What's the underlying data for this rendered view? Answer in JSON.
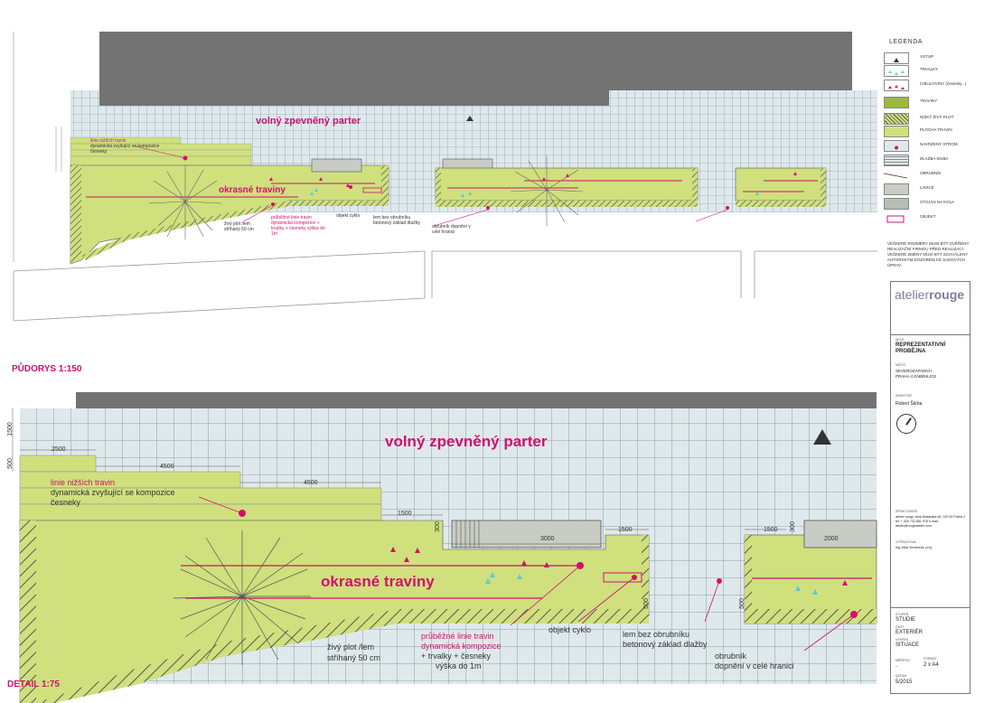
{
  "plan": {
    "title": "PŮDORYS 1:150",
    "main_label": "volný zpevněný parter",
    "grass_label": "okrasné traviny",
    "callouts": {
      "grass_lines_head": "linie nižších travin",
      "grass_lines_body": "dynamická zvyšující se kompozice česneky",
      "hedge": "živý plot /lem stříhaný 50 cm",
      "running_lines": "průběžné linie travin dynamická kompozice + trvalky + česneky výška do 1m",
      "bike": "objekt cyklo",
      "edge": "lem bez obrubníku betonový základ dlažby",
      "curb": "obrubník dopnění v celé hranici"
    }
  },
  "detail": {
    "title": "DETAIL 1:75",
    "main_label": "volný zpevněný parter",
    "grass_label": "okrasné traviny",
    "callouts": {
      "grass_lines_head": "linie nižších travin",
      "grass_lines_body1": "dynamická zvyšující se kompozice",
      "grass_lines_body2": "česneky",
      "hedge1": "živý plot /lem",
      "hedge2": "stříhaný 50 cm",
      "running1": "průběžné linie travin",
      "running2": "dynamická kompozice",
      "running3": "+ trvalky + česneky",
      "running4": "výška do 1m",
      "bike": "objekt cyklo",
      "edge1": "lem bez obrubníku",
      "edge2": "betonový základ dlažby",
      "curb1": "obrubník",
      "curb2": "dopnění v celé hranici"
    },
    "dims": {
      "d1500_left": "1500",
      "d500_left": "500",
      "d2500": "2500",
      "d4500_a": "4500",
      "d4500_b": "4500",
      "d1500_mid": "1500",
      "d300": "300",
      "d3000": "3000",
      "d1500_right": "1500",
      "d500_right": "500",
      "d1500_far": "1500",
      "d300_far": "300",
      "d2000": "2000",
      "d500_far": "500"
    }
  },
  "legend": {
    "title": "LEGENDA",
    "items": [
      {
        "label": "VSTUP"
      },
      {
        "label": "TRVALKY"
      },
      {
        "label": "CIBULOVINY (česneky...)"
      },
      {
        "label": "TRAVINY"
      },
      {
        "label": "NÍZKÝ ŽIVÝ PLOT"
      },
      {
        "label": "PLOCHA TRAVIN"
      },
      {
        "label": "NAVRŽENÝ STROM"
      },
      {
        "label": "DLAŽBA 50x50"
      },
      {
        "label": "OBRUBNÍK"
      },
      {
        "label": "LAVICE"
      },
      {
        "label": "STOJAN NA KOLA"
      },
      {
        "label": "OBJEKT"
      }
    ],
    "note": "VEŠKERÉ ROZMĚRY MUSÍ BÝT OVĚŘENY REALIZAČNÍ FIRMOU PŘED REALIZACÍ. VEŠKERÉ ZMĚNY MUSÍ BÝT SCHVÁLENY AUTORSKÝM DOZOREM KE SADOVÝCH ÚPRAV."
  },
  "titleblock": {
    "logo_a": "atelier",
    "logo_b": "rouge",
    "akce_label": "AKCE",
    "akce_value": "REPREZENTATIVNÍ PROBĚJNA",
    "misto_label": "MÍSTO",
    "misto_value": "SEVEROZÁPADNÍ I PRAHA 4 ZÁBĚHLICE",
    "investor_label": "INVESTOR",
    "investor_value": "Robert Škrba",
    "zpracoval_label": "ZPRACOVATEL",
    "zpracoval_value": "atelier rouge Jana Masaryka 46, 120 00 Praha 2 tel: + 420 732 881 978 e-mail: atelier@rougeatelier.com",
    "vypracoval_label": "VYPRACOVAL",
    "vypracoval_value": "Ing.Jitka Venerová, proj.",
    "stupen_label": "STUPEŇ",
    "stupen_value": "STUDIE",
    "cast_label": "ČÁST",
    "cast_value": "EXTERIÉR",
    "vykres_label": "VÝKRES",
    "vykres_value": "SITUACE",
    "meritko_label": "MĚŘÍTKO",
    "meritko_value": "-",
    "format_label": "FORMÁT",
    "format_value": "2 x A4",
    "datum_label": "DATUM",
    "datum_value": "5/2015"
  },
  "colors": {
    "building": "#737373",
    "paving": "#dfe9ec",
    "grass": "#cfe07d",
    "accent": "#d1106e",
    "perennial": "#5fc9d8",
    "bulbs": "#d1106e"
  }
}
